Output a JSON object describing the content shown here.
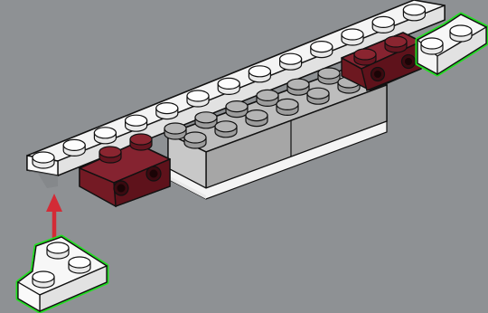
{
  "scene": {
    "type": "lego-build-instruction",
    "step_action": "attach-highlighted-parts",
    "colors": {
      "background": "#8e9194",
      "white_brick": "#f4f4f4",
      "grey_brick": "#a9a9a9",
      "dark_red_brick": "#7a1a24",
      "highlight_outline": "#22dd22",
      "arrow": "#d32b36"
    },
    "parts": [
      {
        "id": "long-white-plate",
        "color": "white",
        "kind": "plate"
      },
      {
        "id": "grey-brick",
        "color": "grey",
        "kind": "brick"
      },
      {
        "id": "red-brick-left",
        "color": "dark-red",
        "kind": "technic-brick"
      },
      {
        "id": "red-brick-right",
        "color": "dark-red",
        "kind": "technic-brick"
      },
      {
        "id": "white-plate-back-right",
        "color": "white",
        "kind": "corner-plate",
        "highlighted": true
      },
      {
        "id": "white-plate-front-left",
        "color": "white",
        "kind": "corner-plate",
        "highlighted": true
      }
    ]
  }
}
